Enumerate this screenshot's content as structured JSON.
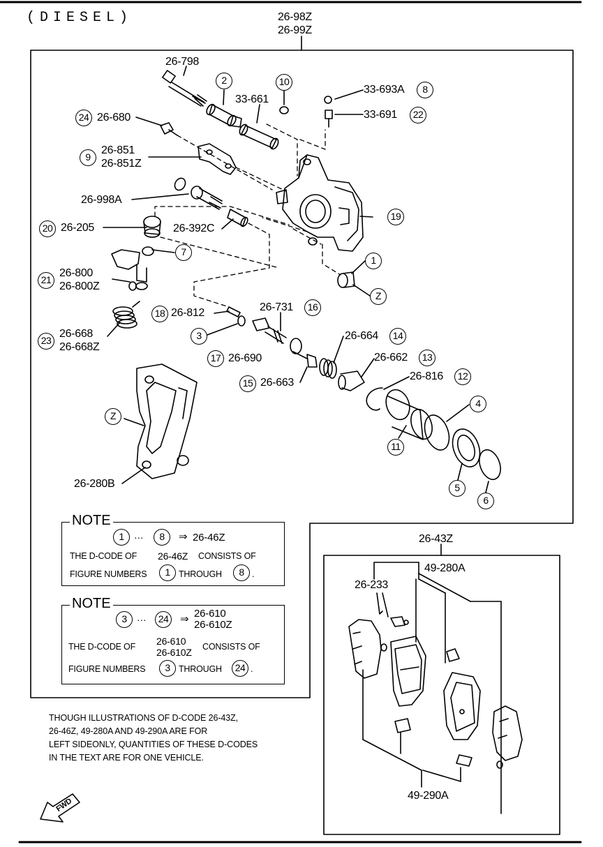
{
  "header": {
    "title": "(DIESEL)"
  },
  "assembly": {
    "code_a": "26-98Z",
    "code_b": "26-99Z"
  },
  "parts": {
    "p_26_798": "26-798",
    "p_33_661": "33-661",
    "p_33_693A": "33-693A",
    "p_33_691": "33-691",
    "p_26_680": "26-680",
    "p_26_851": "26-851",
    "p_26_851Z": "26-851Z",
    "p_26_998A": "26-998A",
    "p_26_205": "26-205",
    "p_26_392C": "26-392C",
    "p_26_800": "26-800",
    "p_26_800Z": "26-800Z",
    "p_26_812": "26-812",
    "p_26_731": "26-731",
    "p_26_668": "26-668",
    "p_26_668Z": "26-668Z",
    "p_26_690": "26-690",
    "p_26_664": "26-664",
    "p_26_662": "26-662",
    "p_26_663": "26-663",
    "p_26_816": "26-816",
    "p_26_280B": "26-280B",
    "p_26_43Z": "26-43Z",
    "p_26_233": "26-233",
    "p_49_280A": "49-280A",
    "p_49_290A": "49-290A"
  },
  "refs": {
    "r1": "1",
    "r2": "2",
    "r3": "3",
    "r4": "4",
    "r5": "5",
    "r6": "6",
    "r7": "7",
    "r8": "8",
    "r9": "9",
    "r10": "10",
    "r11": "11",
    "r12": "12",
    "r13": "13",
    "r14": "14",
    "r15": "15",
    "r16": "16",
    "r17": "17",
    "r18": "18",
    "r19": "19",
    "r20": "20",
    "r21": "21",
    "r22": "22",
    "r23": "23",
    "r24": "24",
    "rZ": "Z"
  },
  "note1": {
    "title": "NOTE",
    "from": "1",
    "dots": "···",
    "to": "8",
    "arrow": "⇒",
    "code": "26-46Z",
    "line2a": "THE D-CODE OF",
    "line2b": "26-46Z",
    "line2c": "CONSISTS OF",
    "line3a": "FIGURE NUMBERS",
    "line3b": "THROUGH",
    "line3c": "."
  },
  "note2": {
    "title": "NOTE",
    "from": "3",
    "dots": "···",
    "to": "24",
    "arrow": "⇒",
    "code_a": "26-610",
    "code_b": "26-610Z",
    "line2a": "THE D-CODE OF",
    "line2b": "26-610",
    "line2c": "26-610Z",
    "line2d": "CONSISTS OF",
    "line3a": "FIGURE NUMBERS",
    "line3b": "THROUGH",
    "line3c": "."
  },
  "footnote": {
    "l1": "THOUGH ILLUSTRATIONS OF D-CODE 26-43Z,",
    "l2": "26-46Z, 49-280A AND 49-290A ARE FOR",
    "l3": "LEFT SIDEONLY, QUANTITIES OF THESE D-CODES",
    "l4": "IN THE TEXT ARE FOR ONE VEHICLE."
  },
  "fwd": {
    "label": "FWD"
  }
}
